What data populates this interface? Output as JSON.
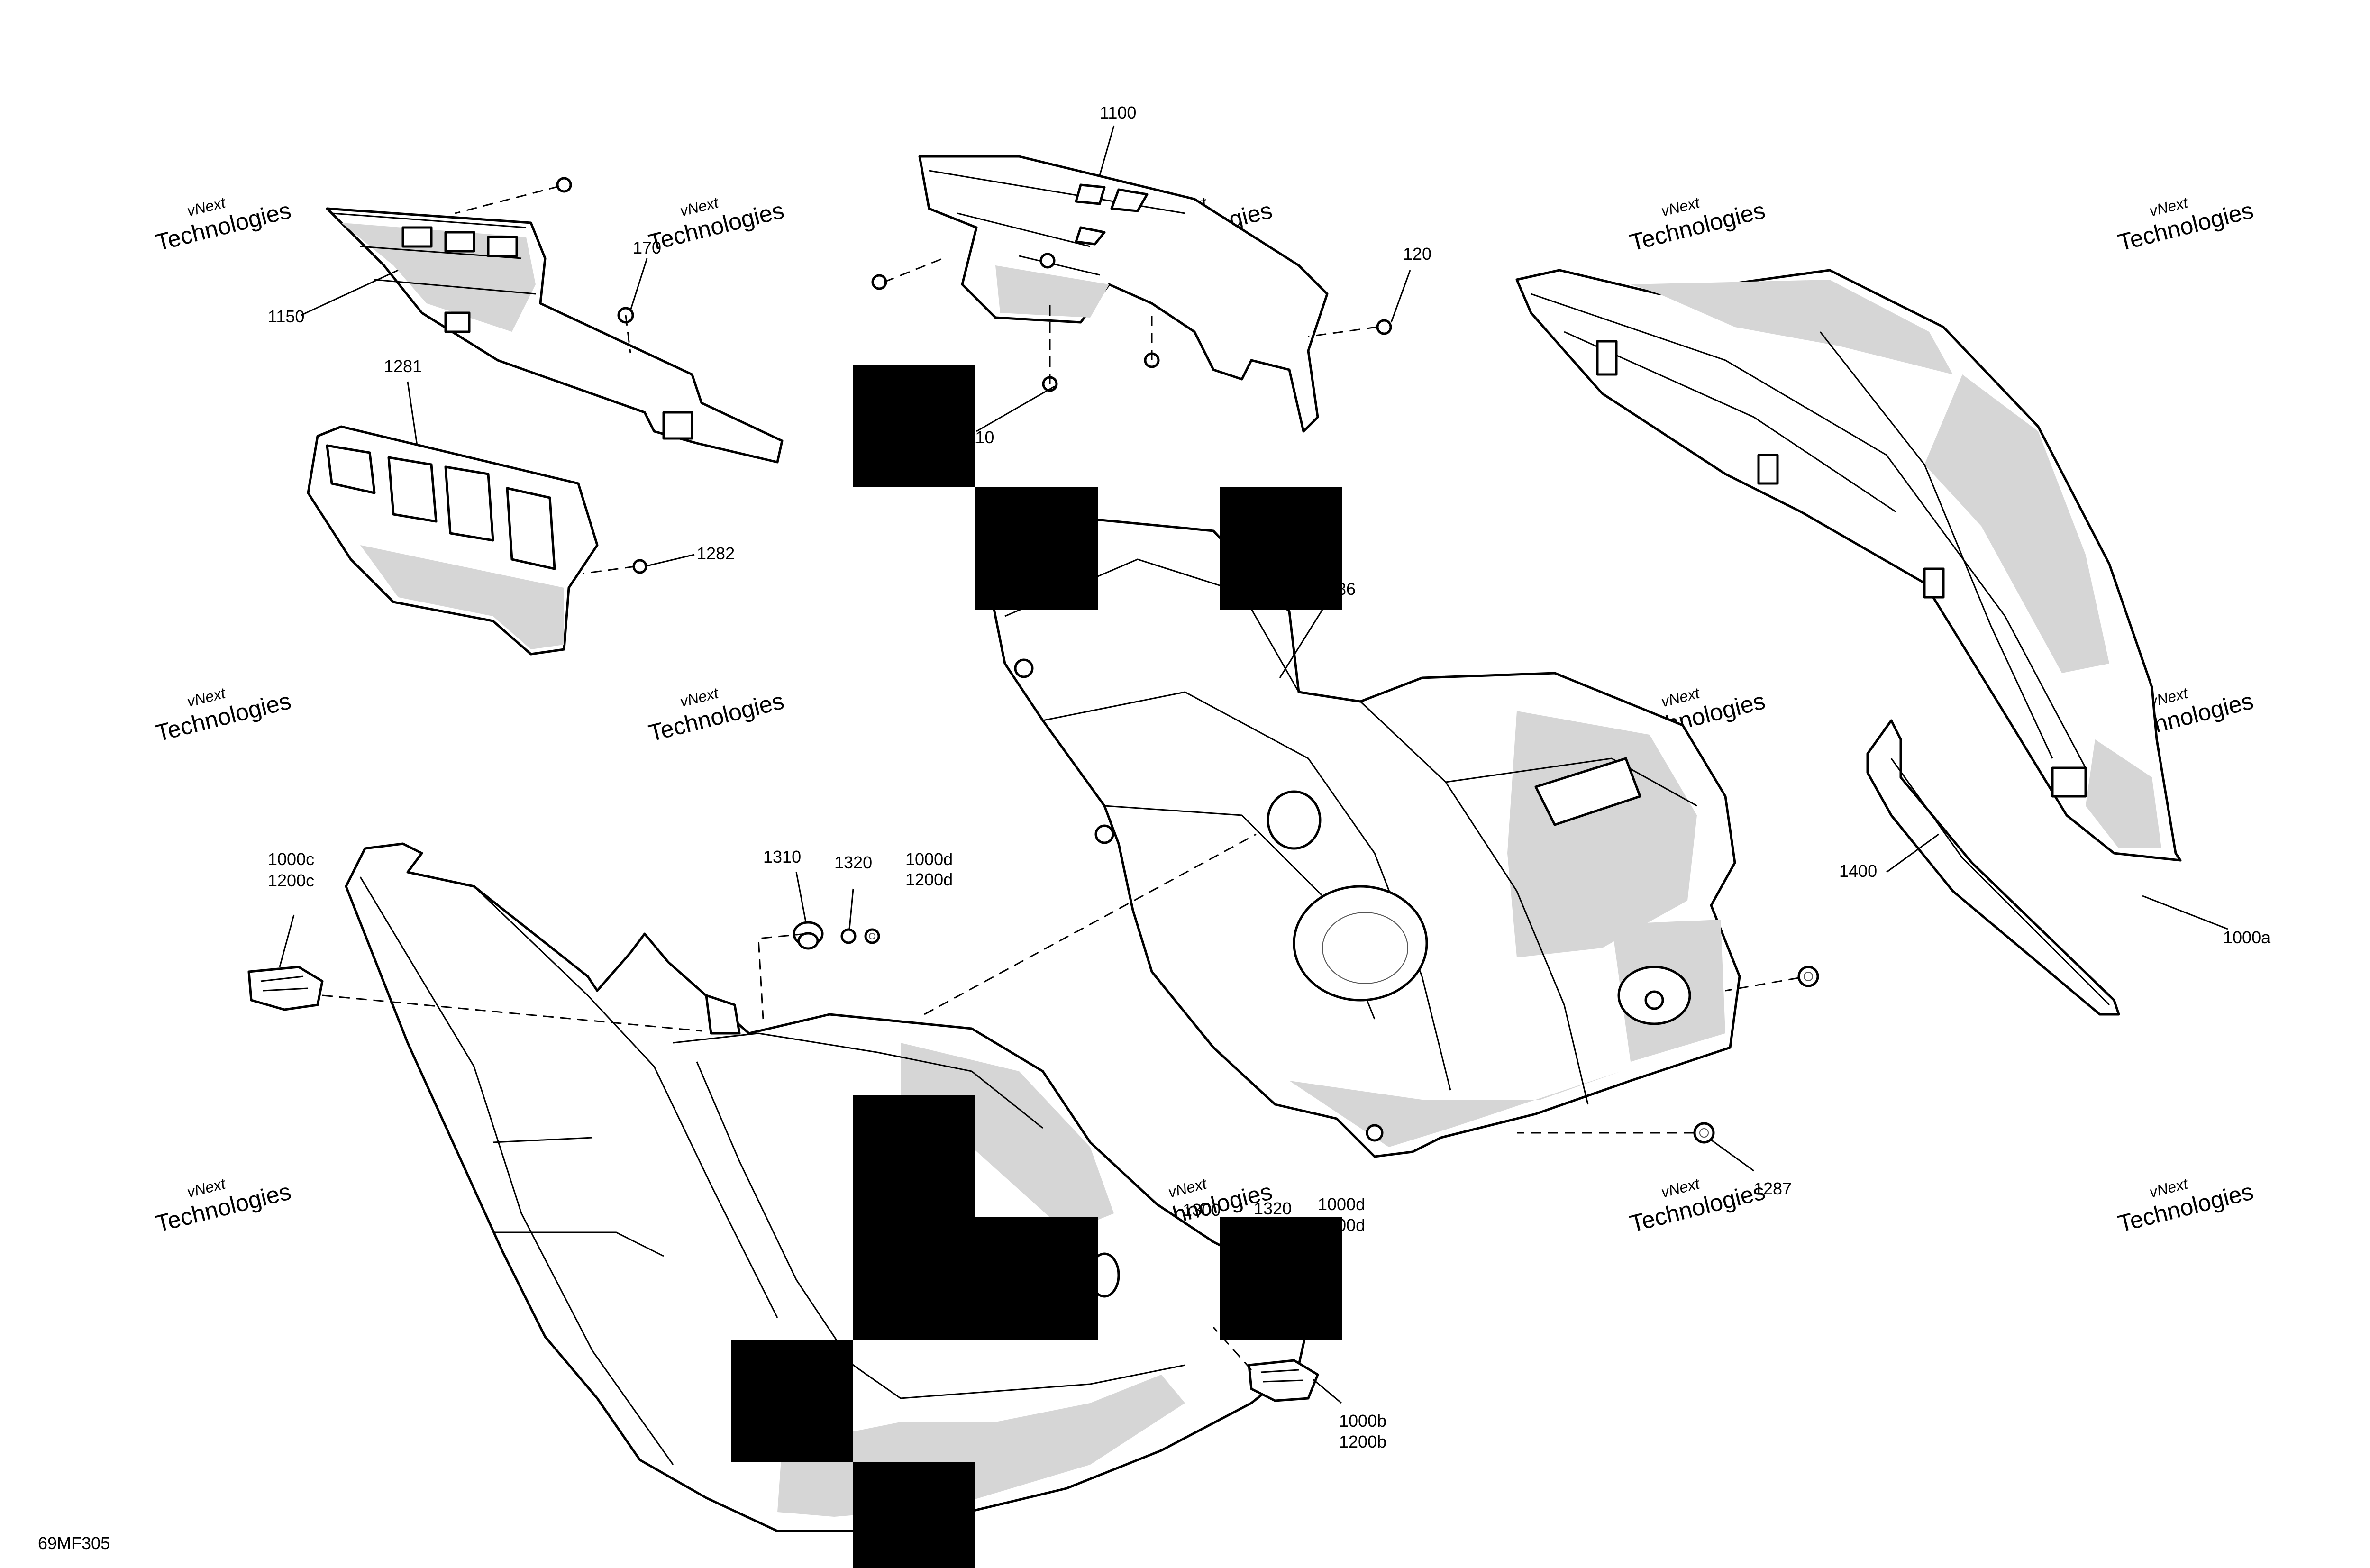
{
  "figure": {
    "code": "69MF305",
    "watermark": {
      "line1": "vNext",
      "line2": "Technologies"
    }
  },
  "callouts": [
    {
      "id": "c1100",
      "text": "1100"
    },
    {
      "id": "c170",
      "text": "170"
    },
    {
      "id": "c120",
      "text": "120"
    },
    {
      "id": "c1150",
      "text": "1150"
    },
    {
      "id": "c1281",
      "text": "1281"
    },
    {
      "id": "c110",
      "text": "110"
    },
    {
      "id": "c1282",
      "text": "1282"
    },
    {
      "id": "c86",
      "text": "86"
    },
    {
      "id": "c1000c",
      "text": "1000c"
    },
    {
      "id": "c1200c",
      "text": "1200c"
    },
    {
      "id": "c1310",
      "text": "1310"
    },
    {
      "id": "c1320a",
      "text": "1320"
    },
    {
      "id": "c1000d_top",
      "text": "1000d"
    },
    {
      "id": "c1200d_top",
      "text": "1200d"
    },
    {
      "id": "c1400",
      "text": "1400"
    },
    {
      "id": "c1000a",
      "text": "1000a"
    },
    {
      "id": "c1287",
      "text": "1287"
    },
    {
      "id": "c1300",
      "text": "1300"
    },
    {
      "id": "c1320b",
      "text": "1320"
    },
    {
      "id": "c1000d_bottom",
      "text": "1000d"
    },
    {
      "id": "c1200d_bottom",
      "text": "1200d"
    },
    {
      "id": "c1000b",
      "text": "1000b"
    },
    {
      "id": "c1200b",
      "text": "1200b"
    }
  ]
}
